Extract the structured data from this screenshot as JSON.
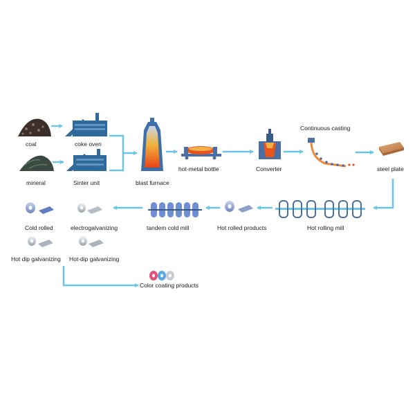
{
  "colors": {
    "flow": "#6cc4e8",
    "mill_roll": "#6f8fd0",
    "furnace_hot": "#e8541e",
    "coal": "#3a2f2a",
    "mineral": "#3b4a40",
    "plant": "#2f6b9a",
    "steel_plate": "#c98a55",
    "product": "#8aa0c8"
  },
  "labels": {
    "coal": "coal",
    "coke_oven": "coke oven",
    "mineral": "mineral",
    "sinter_unit": "Sinter unit",
    "blast_furnace": "blast furnace",
    "hot_metal_bottle": "hot-metal bottle",
    "converter": "Converter",
    "continuous_casting": "Continuous casting",
    "steel_plate": "steel plate",
    "hot_rolling_mill": "Hot rolling mill",
    "hot_rolled_products": "Hot rolled products",
    "tandem_cold_mill": "tandem cold mill",
    "electrogalvanizing": "electrogalvanizing",
    "cold_rolled": "Cold rolled",
    "hot_dip_galvanizing_1": "Hot dip galvanizing",
    "hot_dip_galvanizing_2": "Hot-dip galvanizing",
    "color_coating_products": "Color coating products"
  }
}
